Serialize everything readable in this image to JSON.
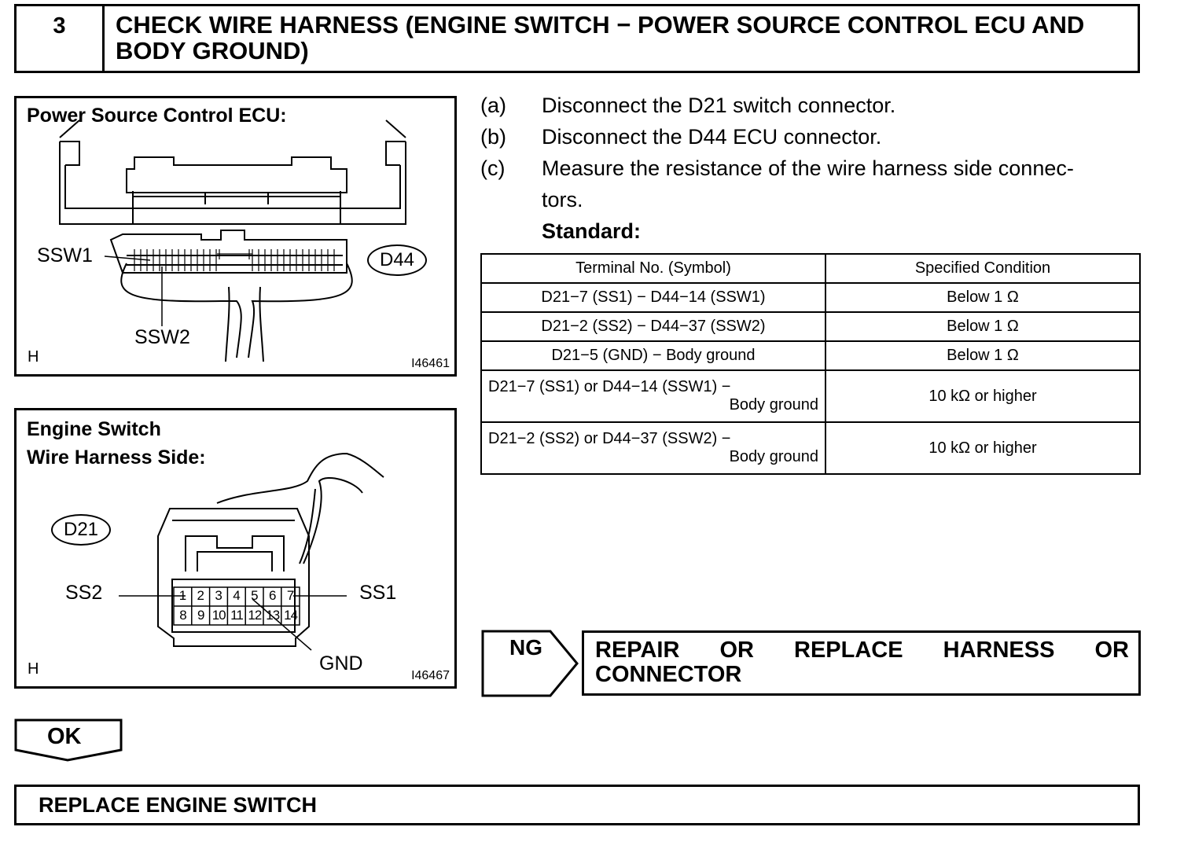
{
  "header": {
    "step_number": "3",
    "title": "CHECK WIRE HARNESS (ENGINE SWITCH − POWER SOURCE CONTROL ECU AND BODY GROUND)"
  },
  "figure_ecu": {
    "title": "Power Source Control ECU:",
    "labels": {
      "ssw1": "SSW1",
      "ssw2": "SSW2"
    },
    "connector": "D44",
    "corner": "H",
    "code": "I46461"
  },
  "figure_switch": {
    "title_line1": "Engine Switch",
    "title_line2": "Wire Harness Side:",
    "connector": "D21",
    "labels": {
      "ss2": "SS2",
      "ss1": "SS1",
      "gnd": "GND"
    },
    "pins_top": [
      "1",
      "2",
      "3",
      "4",
      "5",
      "6",
      "7"
    ],
    "pins_bottom": [
      "8",
      "9",
      "10",
      "11",
      "12",
      "13",
      "14"
    ],
    "corner": "H",
    "code": "I46467"
  },
  "steps": [
    {
      "letter": "(a)",
      "text": "Disconnect the D21 switch connector."
    },
    {
      "letter": "(b)",
      "text": "Disconnect the D44 ECU connector."
    },
    {
      "letter": "(c)",
      "text": "Measure the resistance of the wire harness side connec-",
      "text2": "tors."
    }
  ],
  "standard_label": "Standard:",
  "table": {
    "headers": [
      "Terminal No. (Symbol)",
      "Specified Condition"
    ],
    "rows": [
      {
        "terminal": "D21−7 (SS1) − D44−14 (SSW1)",
        "condition": "Below 1 Ω"
      },
      {
        "terminal": "D21−2 (SS2) − D44−37 (SSW2)",
        "condition": "Below 1 Ω"
      },
      {
        "terminal": "D21−5 (GND) − Body ground",
        "condition": "Below 1 Ω"
      },
      {
        "terminal_line1": "D21−7 (SS1) or D44−14 (SSW1) −",
        "terminal_line2": "Body ground",
        "condition": "10 kΩ or higher"
      },
      {
        "terminal_line1": "D21−2 (SS2) or D44−37 (SSW2) −",
        "terminal_line2": "Body ground",
        "condition": "10 kΩ or higher"
      }
    ]
  },
  "ng": {
    "label": "NG",
    "action": "REPAIR OR REPLACE HARNESS OR CONNECTOR"
  },
  "ok": {
    "label": "OK",
    "action": "REPLACE ENGINE SWITCH"
  }
}
